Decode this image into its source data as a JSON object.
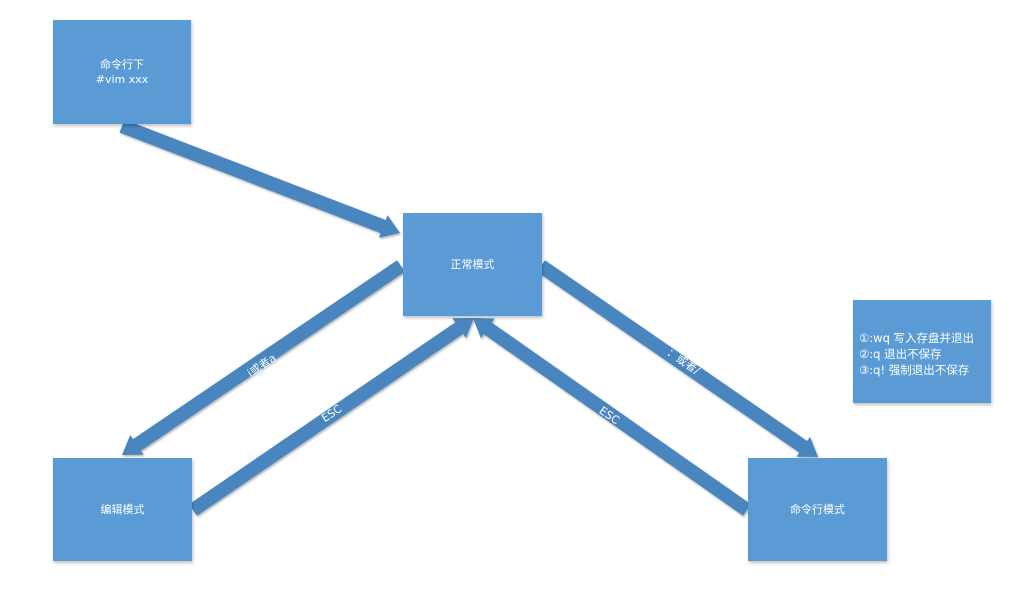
{
  "nodes": {
    "cmd_start": {
      "line1": "命令行下",
      "line2": "#vim xxx"
    },
    "normal": {
      "label": "正常模式"
    },
    "edit": {
      "label": "编辑模式"
    },
    "cmdline": {
      "label": "命令行模式"
    },
    "note": {
      "lines": [
        "①:wq 写入存盘并退出",
        "②:q 退出不保存",
        "③:q! 强制退出不保存"
      ]
    }
  },
  "edges": {
    "normal_to_edit": "i或者a",
    "edit_to_normal": "ESC",
    "normal_to_cmdline": "：或者/",
    "cmdline_to_normal": "ESC"
  },
  "colors": {
    "box_fill": "#5b9bd5",
    "arrow_fill": "#4a86c0",
    "text": "#ffffff"
  }
}
